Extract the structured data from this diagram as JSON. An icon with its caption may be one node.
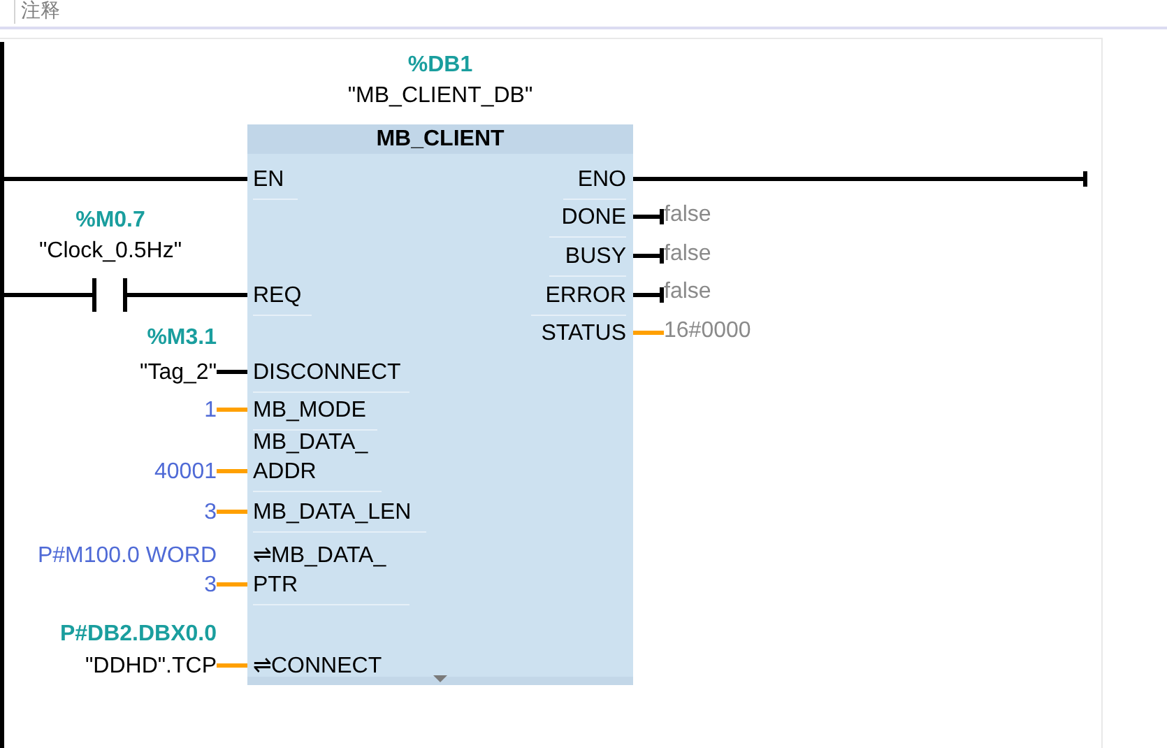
{
  "diagram": {
    "nodes": [
      {
        "text": [],
        "shape": "bar"
      },
      {
        "text": [
          "MB_CLIENT"
        ],
        "beside": [
          "%DB1",
          "\"MB_CLIENT_DB\""
        ]
      },
      {
        "text": [
          "EN"
        ],
        "in": 1
      },
      {
        "text": [
          "ENO"
        ],
        "in": 1
      },
      {
        "text": [
          "DONE"
        ],
        "in": 1
      },
      {
        "text": [
          "BUSY"
        ],
        "in": 1
      },
      {
        "text": [
          "REQ"
        ],
        "in": 1
      },
      {
        "text": [
          "ERROR"
        ],
        "in": 1
      },
      {
        "text": [
          "STATUS"
        ],
        "in": 1
      },
      {
        "text": [
          "DISCONNECT"
        ],
        "in": 1
      },
      {
        "text": [
          "MB_MODE"
        ],
        "in": 1
      },
      {
        "text": [
          "MB_DATA_ ADDR"
        ],
        "in": 1
      },
      {
        "text": [
          "MB_DATA_LEN"
        ],
        "in": 1
      },
      {
        "text": [
          "⇌MB_DATA_ PTR"
        ],
        "in": 1
      },
      {
        "text": [
          "⇌CONNECT"
        ],
        "in": 1
      },
      {
        "text": [],
        "shape": "contact",
        "beside": [
          "%M0.7",
          "\"Clock_0.5Hz\""
        ]
      },
      {
        "text": [
          "%M3.1",
          "\"Tag_2\""
        ]
      },
      {
        "text": [
          "1"
        ]
      },
      {
        "text": [
          "40001"
        ]
      },
      {
        "text": [
          "3"
        ]
      },
      {
        "text": [
          "P#M100.0 WORD 3"
        ]
      },
      {
        "text": [
          "P#DB2.DBX0.0",
          "\"DDHD\".TCP"
        ]
      },
      {
        "text": [
          "false"
        ]
      },
      {
        "text": [
          "false"
        ]
      },
      {
        "text": [
          "false"
        ]
      },
      {
        "text": [
          "16#0000"
        ]
      }
    ],
    "edges": [
      {
        "from": 0,
        "to": 2,
        "arrow": "none"
      },
      {
        "from": 3,
        "to": null,
        "arrow": "other"
      },
      {
        "from": 4,
        "to": 22,
        "arrow": "other"
      },
      {
        "from": 5,
        "to": 23,
        "arrow": "other"
      },
      {
        "from": 0,
        "to": 15,
        "arrow": "none"
      },
      {
        "from": 15,
        "to": 6,
        "arrow": "none"
      },
      {
        "from": 7,
        "to": 24,
        "arrow": "other"
      },
      {
        "from": 8,
        "to": 25,
        "arrow": "none",
        "color": "#ffa000"
      },
      {
        "from": 16,
        "to": 9,
        "arrow": "none"
      },
      {
        "from": 17,
        "to": 10,
        "arrow": "none",
        "color": "#ffa000"
      },
      {
        "from": 18,
        "to": 11,
        "arrow": "none",
        "color": "#ffa000"
      },
      {
        "from": 19,
        "to": 12,
        "arrow": "none",
        "color": "#ffa000"
      },
      {
        "from": 20,
        "to": 13,
        "arrow": "none",
        "color": "#ffa000"
      },
      {
        "from": 21,
        "to": 14,
        "arrow": "none",
        "color": "#ffa000"
      }
    ],
    "labels": [
      "注释"
    ]
  }
}
